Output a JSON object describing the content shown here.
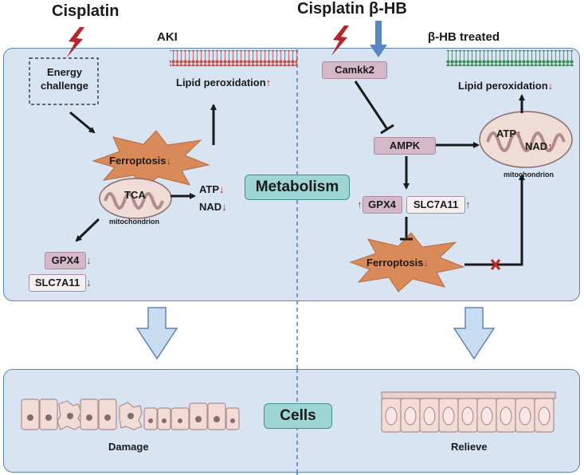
{
  "left_title": "Cisplatin",
  "right_title": "Cisplatin β-HB",
  "aki_label": "AKI",
  "treated_label": "β-HB treated",
  "energy_challenge": "Energy\nchallenge",
  "ferroptosis": "Ferroptosis",
  "tca": "TCA",
  "mitochondrion": "mitochondrion",
  "atp": "ATP",
  "nad": "NAD",
  "lipid_peroxidation": "Lipid peroxidation",
  "gpx4": "GPX4",
  "slc7a11": "SLC7A11",
  "metabolism": "Metabolism",
  "camkk2": "Camkk2",
  "ampk": "AMPK",
  "cells": "Cells",
  "damage": "Damage",
  "relieve": "Relieve",
  "arrow_up": "↑",
  "arrow_down": "↓",
  "colors": {
    "panel_bg": "#d8e4f2",
    "panel_border": "#5e85b0",
    "ferroptosis_star": "#d98a5a",
    "badge": "#9ed6d6",
    "red_arrow": "#c0262b",
    "membrane_red": "#c0504d",
    "membrane_green": "#3c8a5a"
  }
}
